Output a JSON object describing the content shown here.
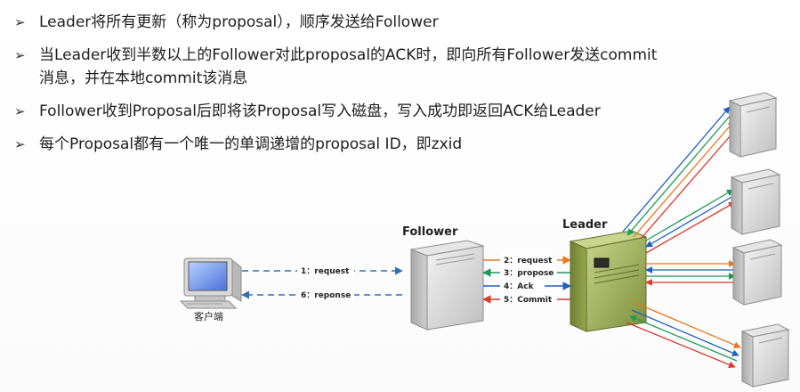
{
  "bullets": [
    {
      "text": "Leader将所有更新（称为proposal），顺序发送给Follower"
    },
    {
      "text": "当Leader收到半数以上的Follower对此proposal的ACK时，即向所有Follower发送commit消息，并在本地commit该消息"
    },
    {
      "text": "Follower收到Proposal后即将该Proposal写入磁盘，写入成功即返回ACK给Leader"
    },
    {
      "text": "每个Proposal都有一个唯一的单调递增的proposal ID，即zxid"
    }
  ],
  "diagram": {
    "client_label": "客户端",
    "follower_label": "Follower",
    "leader_label": "Leader",
    "client_request": "1：request",
    "client_response": "6：reponse",
    "step2": "2：request",
    "step3": "3：propose",
    "step4": "4：Ack",
    "step5": "5：Commit"
  },
  "colors": {
    "blue_dashed": "#2e6fb7",
    "orange": "#e87722",
    "green": "#1e9a57",
    "blue": "#1f5fbf",
    "red": "#d93a2b",
    "leader_body": "#9aaa55"
  },
  "icons": [
    "bullet-arrow-icon",
    "client-computer-icon",
    "server-icon",
    "leader-server-icon"
  ]
}
